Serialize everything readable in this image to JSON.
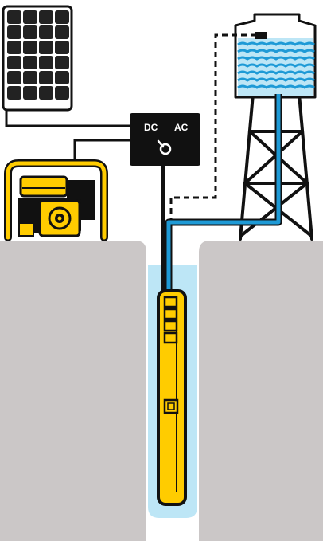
{
  "controller": {
    "dc_label": "DC",
    "ac_label": "AC"
  },
  "colors": {
    "ground": "#cbc7c7",
    "borehole_water": "#bde6f6",
    "water_pipe": "#1e9ad6",
    "pump": "#ffcc00",
    "outline": "#111111",
    "controller": "#111111",
    "tank_water": "#1e9ad6",
    "solar_cell": "#222222"
  },
  "icons": {
    "solar_panel": "solar-panel-icon",
    "generator": "generator-icon",
    "controller": "controller-box",
    "switch": "switch-icon",
    "water_tank": "water-tank-icon",
    "tower": "tower-icon",
    "pump": "submersible-pump-icon"
  }
}
